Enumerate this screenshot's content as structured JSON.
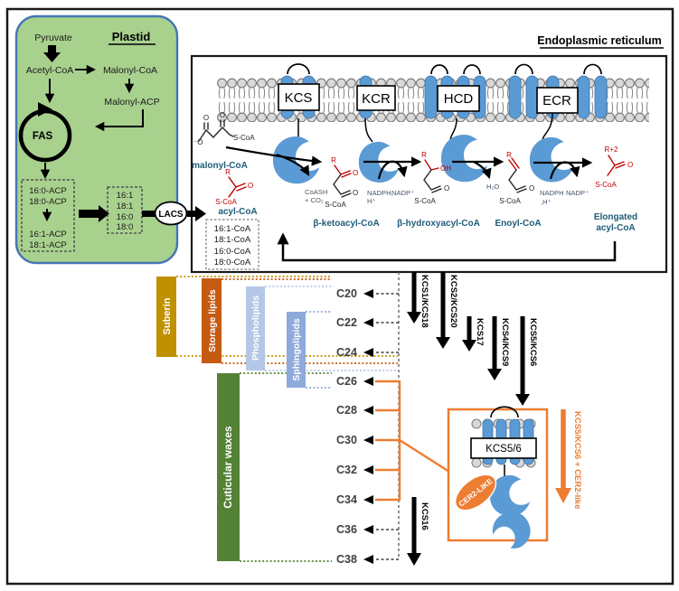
{
  "plastid": {
    "title": "Plastid",
    "pyruvate": "Pyruvate",
    "acetyl_coa": "Acetyl-CoA",
    "malonyl_coa": "Malonyl-CoA",
    "malonyl_acp": "Malonyl-ACP",
    "fas": "FAS",
    "acp_box": [
      "16:0-ACP",
      "18:0-ACP",
      "16:1-ACP",
      "18:1-ACP"
    ],
    "fa_box": [
      "16:1",
      "18:1",
      "16:0",
      "18:0"
    ],
    "lacs": "LACS"
  },
  "er": {
    "title": "Endoplasmic reticulum",
    "enzyme_boxes": [
      "KCS",
      "KCR",
      "HCD",
      "ECR"
    ],
    "coa_box": [
      "16:1-CoA",
      "18:1-CoA",
      "16:0-CoA",
      "18:0-CoA"
    ],
    "metabolites": {
      "malonyl": "malonyl-CoA",
      "acyl": "acyl-CoA",
      "ketoacyl": "β-ketoacyl-CoA",
      "hydroxyacyl": "β-hydroxyacyl-CoA",
      "enoyl": "Enoyl-CoA",
      "elongated_1": "Elongated",
      "elongated_2": "acyl-CoA"
    },
    "cofactors": {
      "coash": "CoASH",
      "co2": "+ CO₂",
      "nadph_a": "NADPH,",
      "h_plus": "H⁺",
      "nadp": "NADP⁺",
      "h2o": "H₂O",
      "nadph_b": "NADPH",
      "h_plus_b": ",H⁺"
    },
    "chem": {
      "r": "R",
      "r2": "R+2",
      "o": "O",
      "o_minus": "⁻O",
      "oh": "OH",
      "scoa": "S-CoA"
    }
  },
  "lipid_classes": [
    {
      "label": "Suberin",
      "color": "#BF9000"
    },
    {
      "label": "Storage lipids",
      "color": "#C55A11"
    },
    {
      "label": "Phospholipids",
      "color": "#B4C7E7"
    },
    {
      "label": "Sphingolipids",
      "color": "#8EAADB"
    },
    {
      "label": "Cuticular waxes",
      "color": "#538135"
    }
  ],
  "chain": {
    "labels": [
      "C20",
      "C22",
      "C24",
      "C26",
      "C28",
      "C30",
      "C32",
      "C34",
      "C36",
      "C38"
    ]
  },
  "elongases": [
    {
      "label": "KCS1/KCS18"
    },
    {
      "label": "KCS2/KCS20"
    },
    {
      "label": "KCS17"
    },
    {
      "label": "KCS4/KCS9"
    },
    {
      "label": "KCS5/KCS6"
    },
    {
      "label": "KCS16"
    }
  ],
  "cer2_module": {
    "box_label": "KCS5/6",
    "ellipse_label": "CER2-LIKE",
    "arrow_label": "KCS5/KCS6 + CER2-like",
    "color": "#ED7D31"
  },
  "colors": {
    "plastid_fill": "#A9D18E",
    "plastid_border": "#4472C4",
    "membrane_blue": "#5B9BD5",
    "label_teal": "#1F5C78",
    "structure_red": "#C00000",
    "orange": "#ED7D31"
  }
}
